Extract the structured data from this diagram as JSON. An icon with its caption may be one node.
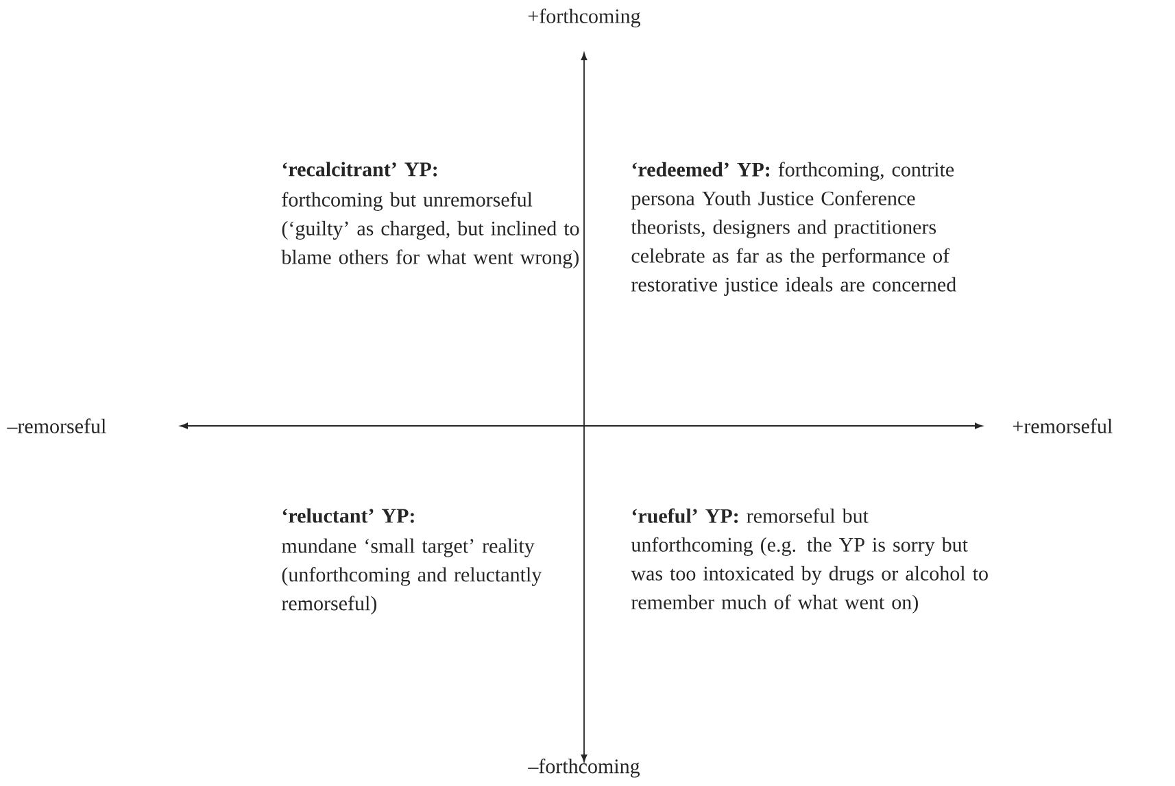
{
  "diagram": {
    "labels": [
      "+forthcoming",
      "‘recalcitrant’ YP:",
      "forthcoming but unremorseful (‘guilty’ as charged, but inclined to blame others for what went wrong)",
      "**‘redeemed’ YP:** forthcoming, contrite persona Youth Justice Conference theorists, designers and practitioners celebrate as far as the performance of restorative justice ideals are concerned",
      "–remorseful",
      "+remorseful",
      "‘reluctant’ YP:",
      "mundane ‘small target’ reality (unforthcoming and reluctantly remorseful)",
      "**‘rueful’ YP:** remorseful but unforthcoming (e.g. the YP is sorry but was too intoxicated by drugs or alcohol to remember much of what went on)",
      "–forthcoming"
    ]
  }
}
